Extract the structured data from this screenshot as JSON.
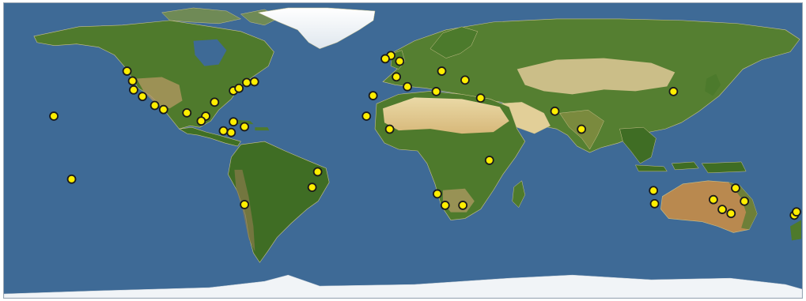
{
  "map": {
    "colors": {
      "ocean": "#3e6a96",
      "land_green": "#4f7a2c",
      "land_dark_green": "#355f22",
      "desert": "#d9c48e",
      "desert_light": "#e8dcb4",
      "ice": "#f4f6f8",
      "marker_fill": "#ffee00",
      "marker_stroke": "#1a1a1a"
    },
    "projection": "equirectangular",
    "markers": [
      {
        "lat": 48.5,
        "lon": -124.5
      },
      {
        "lat": 42.5,
        "lon": -122.0
      },
      {
        "lat": 37.0,
        "lon": -121.5
      },
      {
        "lat": 33.0,
        "lon": -117.5
      },
      {
        "lat": 27.5,
        "lon": -112.0
      },
      {
        "lat": 25.0,
        "lon": -108.0
      },
      {
        "lat": 23.0,
        "lon": -97.5
      },
      {
        "lat": 29.5,
        "lon": -85.0
      },
      {
        "lat": 36.5,
        "lon": -76.5
      },
      {
        "lat": 38.0,
        "lon": -74.0
      },
      {
        "lat": 41.5,
        "lon": -70.5
      },
      {
        "lat": 42.0,
        "lon": -67.0
      },
      {
        "lat": 21.0,
        "lon": -89.0
      },
      {
        "lat": 18.0,
        "lon": -91.0
      },
      {
        "lat": 17.5,
        "lon": -76.5
      },
      {
        "lat": 14.5,
        "lon": -71.5
      },
      {
        "lat": 12.0,
        "lon": -81.0
      },
      {
        "lat": 11.0,
        "lon": -77.5
      },
      {
        "lat": 21.0,
        "lon": -157.5
      },
      {
        "lat": -17.5,
        "lon": -149.5
      },
      {
        "lat": -13.0,
        "lon": -38.5
      },
      {
        "lat": -22.5,
        "lon": -41.0
      },
      {
        "lat": -33.0,
        "lon": -71.5
      },
      {
        "lat": 58.0,
        "lon": -5.5
      },
      {
        "lat": 56.0,
        "lon": -8.0
      },
      {
        "lat": 54.5,
        "lon": -1.5
      },
      {
        "lat": 45.0,
        "lon": -3.0
      },
      {
        "lat": 39.0,
        "lon": 2.0
      },
      {
        "lat": 33.5,
        "lon": -13.5
      },
      {
        "lat": 36.0,
        "lon": 15.0
      },
      {
        "lat": 48.5,
        "lon": 17.5
      },
      {
        "lat": 43.0,
        "lon": 28.0
      },
      {
        "lat": 32.0,
        "lon": 35.0
      },
      {
        "lat": 21.0,
        "lon": -16.5
      },
      {
        "lat": 13.0,
        "lon": -6.0
      },
      {
        "lat": -6.0,
        "lon": 39.0
      },
      {
        "lat": -26.5,
        "lon": 15.5
      },
      {
        "lat": -33.5,
        "lon": 19.0
      },
      {
        "lat": -33.5,
        "lon": 27.0
      },
      {
        "lat": 24.0,
        "lon": 68.5
      },
      {
        "lat": 13.0,
        "lon": 80.5
      },
      {
        "lat": 36.0,
        "lon": 122.0
      },
      {
        "lat": -24.5,
        "lon": 113.0
      },
      {
        "lat": -32.5,
        "lon": 113.5
      },
      {
        "lat": -30.0,
        "lon": 140.0
      },
      {
        "lat": -36.0,
        "lon": 144.0
      },
      {
        "lat": -38.5,
        "lon": 148.0
      },
      {
        "lat": -23.0,
        "lon": 150.0
      },
      {
        "lat": -31.0,
        "lon": 154.0
      },
      {
        "lat": -39.5,
        "lon": 176.5
      },
      {
        "lat": -37.5,
        "lon": 177.5
      }
    ]
  }
}
